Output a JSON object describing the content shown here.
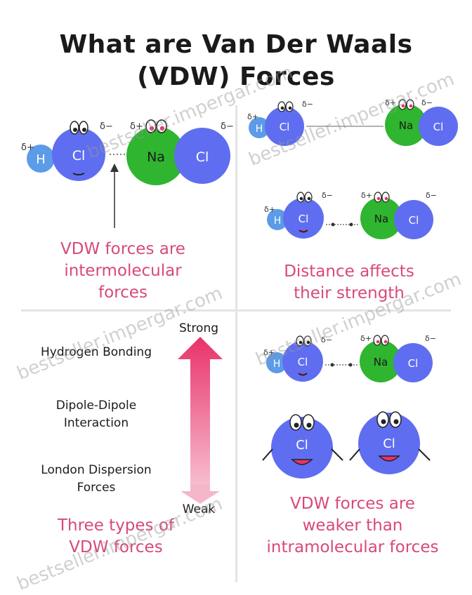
{
  "title": {
    "line1": "What are Van Der Waals",
    "line2": "(VDW) Forces"
  },
  "panels": {
    "top_left": {
      "caption_line1": "VDW forces are",
      "caption_line2": "intermolecular",
      "caption_line3": "forces"
    },
    "top_right": {
      "caption_line1": "Distance affects",
      "caption_line2": "their strength"
    },
    "bottom_left": {
      "strong_label": "Strong",
      "weak_label": "Weak",
      "item1": "Hydrogen Bonding",
      "item2_line1": "Dipole-Dipole",
      "item2_line2": "Interaction",
      "item3_line1": "London Dispersion",
      "item3_line2": "Forces",
      "caption_line1": "Three types of",
      "caption_line2": "VDW forces"
    },
    "bottom_right": {
      "caption_line1": "VDW forces are",
      "caption_line2": "weaker than",
      "caption_line3": "intramolecular forces"
    }
  },
  "atoms": {
    "h": "H",
    "cl": "Cl",
    "na": "Na",
    "delta_plus": "δ+",
    "delta_minus": "δ−"
  },
  "watermark": "bestseller.impergar.com",
  "colors": {
    "title": "#1a1a1a",
    "caption": "#d8497a",
    "cl_atom": "#5f6ef0",
    "h_atom": "#5b9be8",
    "na_atom": "#2fb52f",
    "arrow_strong": "#e8326a",
    "arrow_weak": "#f4a9c0"
  }
}
